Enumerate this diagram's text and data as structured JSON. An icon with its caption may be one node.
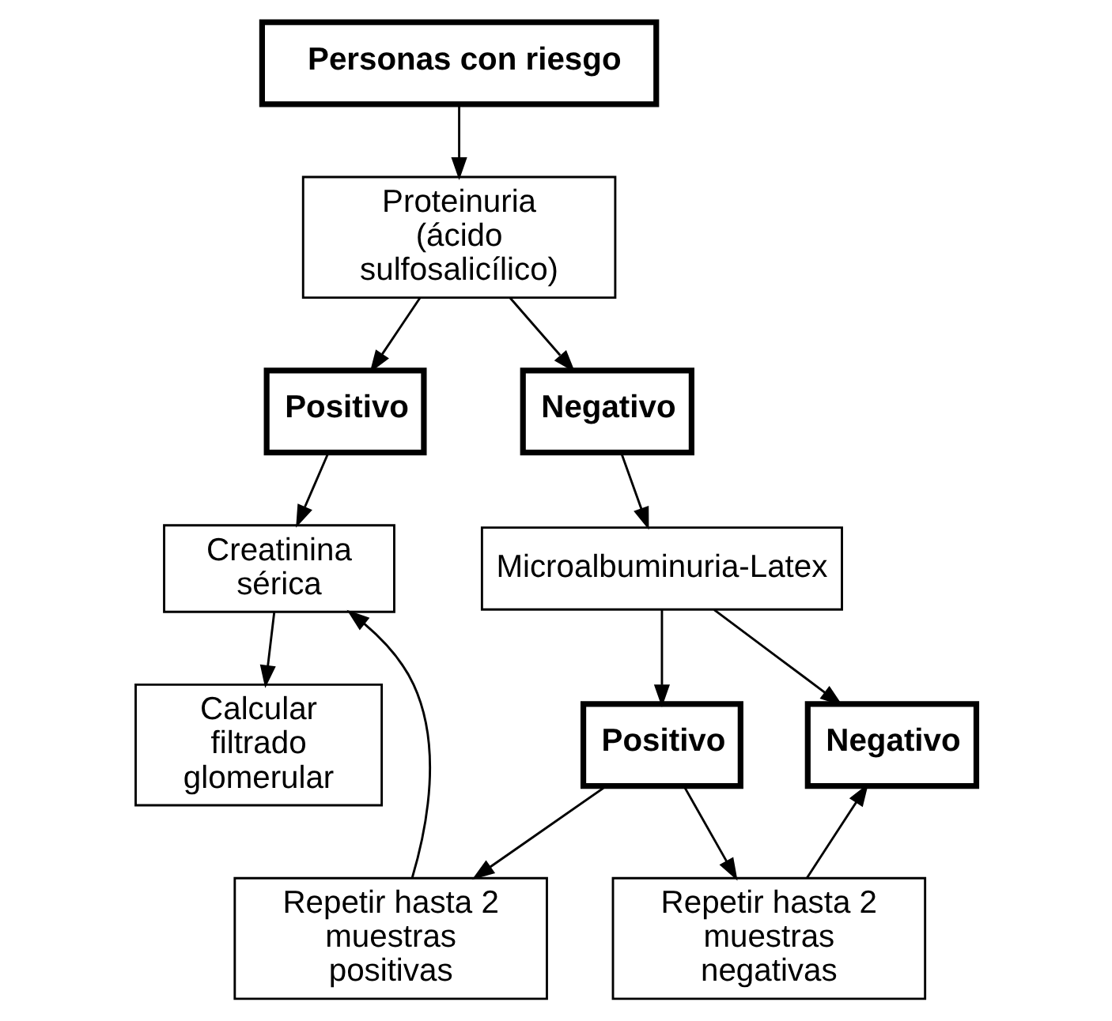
{
  "diagram": {
    "nodes": [
      {
        "text": [
          "Personas con riesgo"
        ]
      },
      {
        "text": [
          "Proteinuria (ácido sulfosalicílico)"
        ]
      },
      {
        "text": [
          "Positivo"
        ]
      },
      {
        "text": [
          "Negativo"
        ]
      },
      {
        "text": [
          "Microalbuminuria-Latex"
        ]
      },
      {
        "text": [
          "Creatinina sérica"
        ]
      },
      {
        "text": [
          "Positivo"
        ]
      },
      {
        "text": [
          "Negativo"
        ]
      },
      {
        "text": [
          "Calcular filtrado glomerular"
        ]
      },
      {
        "text": [
          "Repetir hasta 2 muestras positivas"
        ]
      },
      {
        "text": [
          "Repetir hasta 2 muestras negativas"
        ]
      }
    ],
    "edges": [
      {
        "from": 0,
        "to": 1,
        "arrow": "to"
      },
      {
        "from": 1,
        "to": 2,
        "arrow": "to"
      },
      {
        "from": 1,
        "to": 3,
        "arrow": "to"
      },
      {
        "from": 2,
        "to": 5,
        "arrow": "to"
      },
      {
        "from": 3,
        "to": 4,
        "arrow": "to"
      },
      {
        "from": 4,
        "to": 6,
        "arrow": "to"
      },
      {
        "from": 4,
        "to": 7,
        "arrow": "to"
      },
      {
        "from": 5,
        "to": 8,
        "arrow": "to"
      },
      {
        "from": 6,
        "to": 9,
        "arrow": "to"
      },
      {
        "from": 6,
        "to": 10,
        "arrow": "to"
      },
      {
        "from": 9,
        "to": 5,
        "arrow": "to"
      },
      {
        "from": 10,
        "to": 7,
        "arrow": "to"
      }
    ]
  }
}
